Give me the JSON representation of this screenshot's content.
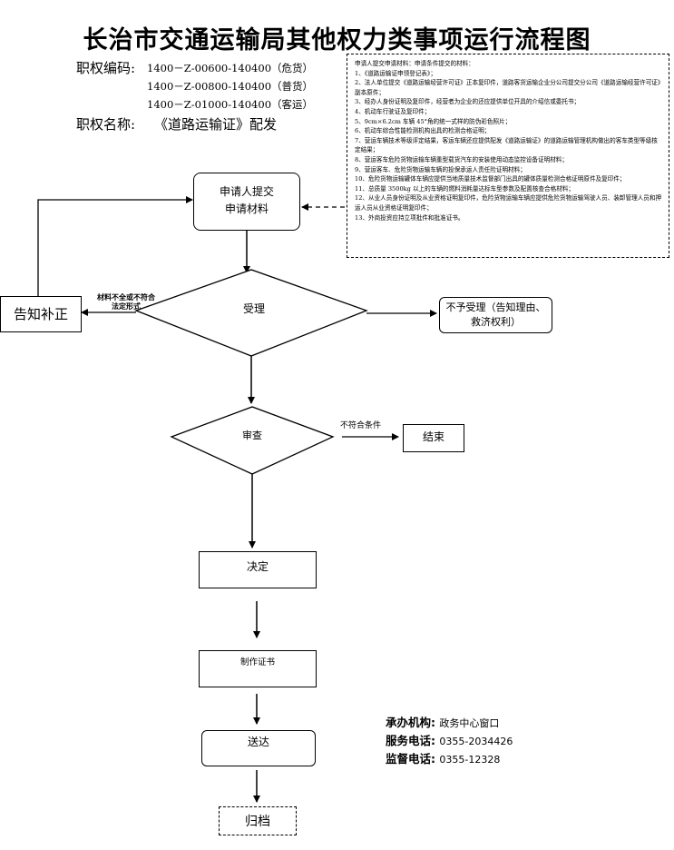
{
  "title": "长治市交通运输局其他权力类事项运行流程图",
  "codes": {
    "label": "职权编码:",
    "lines": [
      "1400－Z-00600-140400（危货）",
      "1400－Z-00800-140400（普货）",
      "1400－Z-01000-140400（客运）"
    ]
  },
  "name": {
    "label": "职权名称:",
    "value": "《道路运输证》配发"
  },
  "materials": {
    "heading": "申请人提交申请材料：申请条件提交的材料：",
    "items": [
      "1、《道路运输证申领登记表》；",
      "2、法人单位提交《道路运输经营许可证》正本复印件，道路客货运输企业分公司提交分公司《道路运输经营许可证》副本原件；",
      "3、经办人身份证明及复印件，经营者为企业的还应提供单位开具的介绍信或委托书；",
      "4、机动车行驶证及复印件；",
      "5、9cm×6.2cm 车辆 45°角的统一式样的防伪彩色照片；",
      "6、机动车综合性能检测机构出具的检测合格证明；",
      "7、营运车辆技术等级评定结果，客运车辆还应提供配发《道路运输证》的道路运输管理机构做出的客车类型等级核定结果；",
      "8、营运客车危险货物运输车辆重型载货汽车的安装使用动态监控设备证明材料；",
      "9、营运客车、危险货物运输车辆的投保承运人责任险证明材料；",
      "10、危险货物运输罐体车辆应提供当地质量技术监督部门出具的罐体质量检测合格证明原件及复印件；",
      "11、总质量 3500kg 以上的车辆的燃料消耗量达标车型参数及配置核查合格材料；",
      "12、从业人员身份证明及从业资格证明复印件，危险货物运输车辆应提供危险货物运输驾驶人员、装卸管理人员和押运人员从业资格证明复印件；",
      "13、外商投资应持立项批件和批准证书。"
    ]
  },
  "flow": {
    "apply": [
      "申请人提交",
      "申请材料"
    ],
    "notify": "告知补正",
    "incomplete_note": [
      "材料不全或不符合",
      "法定形式"
    ],
    "accept": "受理",
    "reject": [
      "不予受理（告知理由、",
      "救济权利）"
    ],
    "review": "审查",
    "not_meet": "不符合条件",
    "end": "结束",
    "decide": "决定",
    "make_cert": "制作证书",
    "deliver": "送达",
    "archive": "归档"
  },
  "contact": {
    "org_label": "承办机构:",
    "org_value": "政务中心窗口",
    "service_label": "服务电话:",
    "service_value": "0355-2034426",
    "supervise_label": "监督电话:",
    "supervise_value": "0355-12328"
  }
}
